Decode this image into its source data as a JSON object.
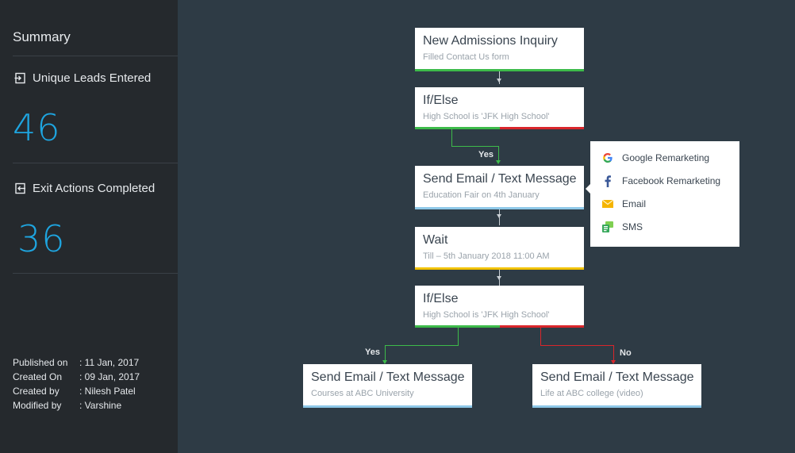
{
  "sidebar": {
    "title": "Summary",
    "unique_leads": {
      "label": "Unique Leads Entered",
      "value": "46"
    },
    "exit_actions": {
      "label": "Exit Actions Completed",
      "value": "36"
    },
    "meta": [
      {
        "key": "Published on",
        "value": ": 11 Jan, 2017"
      },
      {
        "key": "Created On",
        "value": ":  09 Jan, 2017"
      },
      {
        "key": "Created by",
        "value": ":  Nilesh Patel"
      },
      {
        "key": "Modified by",
        "value": ": Varshine"
      }
    ]
  },
  "flow": {
    "trigger": {
      "title": "New Admissions Inquiry",
      "subtitle": "Filled Contact Us form"
    },
    "ifelse1": {
      "title": "If/Else",
      "subtitle": "High School is 'JFK High School'"
    },
    "yes1": "Yes",
    "send1": {
      "title": "Send Email / Text Message",
      "subtitle": "Education Fair on 4th January"
    },
    "wait": {
      "title": "Wait",
      "subtitle": "Till – 5th January 2018 11:00 AM"
    },
    "ifelse2": {
      "title": "If/Else",
      "subtitle": "High School is 'JFK High School'"
    },
    "yes2": "Yes",
    "no2": "No",
    "send_yes": {
      "title": "Send Email / Text Message",
      "subtitle": "Courses at ABC University"
    },
    "send_no": {
      "title": "Send Email / Text Message",
      "subtitle": "Life at ABC college (video)"
    }
  },
  "popup": {
    "items": [
      {
        "label": "Google Remarketing",
        "icon": "google-icon"
      },
      {
        "label": "Facebook Remarketing",
        "icon": "facebook-icon"
      },
      {
        "label": "Email",
        "icon": "email-icon"
      },
      {
        "label": "SMS",
        "icon": "sms-icon"
      }
    ]
  },
  "colors": {
    "green": "#3dbb4a",
    "red": "#d9262b",
    "blue": "#8ec8e8",
    "yellow": "#f2c200",
    "accent": "#1ea5e0"
  }
}
